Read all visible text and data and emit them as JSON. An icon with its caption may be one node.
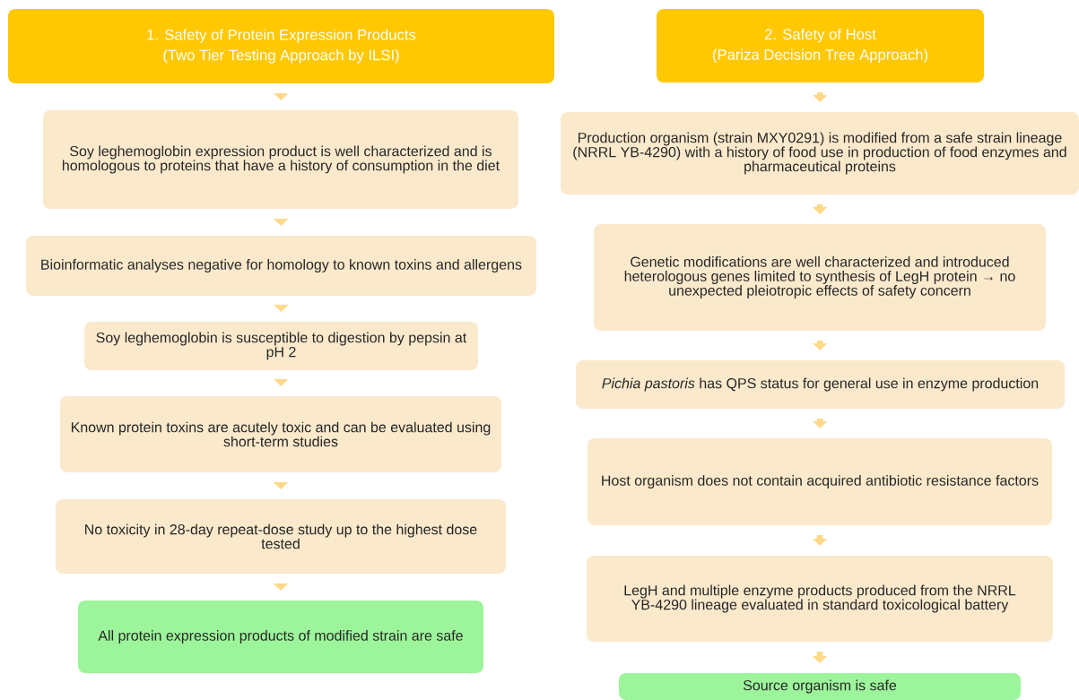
{
  "diagram": {
    "nodes": [
      {
        "text": [
          "1. Safety of Protein Expression Products",
          "(Two Tier Testing Approach by ILSI)"
        ]
      },
      {
        "text": [
          "Soy leghemoglobin expression product is well characterized and is homologous to proteins that have a history of consumption in the diet"
        ]
      },
      {
        "text": [
          "Bioinformatic analyses negative for homology to known toxins and allergens"
        ]
      },
      {
        "text": [
          "Soy leghemoglobin is susceptible to digestion by pepsin at pH 2"
        ]
      },
      {
        "text": [
          "Known protein toxins are acutely toxic and can be evaluated using short-term studies"
        ]
      },
      {
        "text": [
          "No toxicity in 28-day repeat-dose study up to the highest dose tested"
        ]
      },
      {
        "text": [
          "All protein expression products of modified strain are safe"
        ]
      },
      {
        "text": [
          "2. Safety of Host",
          "(Pariza Decision Tree Approach)"
        ]
      },
      {
        "text": [
          "Production organism (strain MXY0291) is modified from a safe strain lineage (NRRL YB-4290) with a history of food use in production of food enzymes and pharmaceutical proteins"
        ]
      },
      {
        "text": [
          "Genetic modifications are well characterized and introduced heterologous genes limited to synthesis of LegH protein → no unexpected pleiotropic effects of safety concern"
        ]
      },
      {
        "text": [
          "*Pichia pastoris* has QPS status for general use in enzyme production"
        ]
      },
      {
        "text": [
          "Host organism does not contain acquired antibiotic resistance factors"
        ]
      },
      {
        "text": [
          "LegH and multiple enzyme products produced from the NRRL YB-4290 lineage evaluated in standard toxicological battery"
        ]
      },
      {
        "text": [
          "Source organism is safe"
        ]
      }
    ],
    "edges": [
      {
        "from": 0,
        "to": 1,
        "arrow": "to"
      },
      {
        "from": 1,
        "to": 2,
        "arrow": "to"
      },
      {
        "from": 2,
        "to": 3,
        "arrow": "to"
      },
      {
        "from": 3,
        "to": 4,
        "arrow": "to"
      },
      {
        "from": 4,
        "to": 5,
        "arrow": "to"
      },
      {
        "from": 5,
        "to": 6,
        "arrow": "to"
      },
      {
        "from": 7,
        "to": 8,
        "arrow": "to"
      },
      {
        "from": 8,
        "to": 9,
        "arrow": "to"
      },
      {
        "from": 9,
        "to": 10,
        "arrow": "to"
      },
      {
        "from": 10,
        "to": 11,
        "arrow": "to"
      },
      {
        "from": 11,
        "to": 12,
        "arrow": "to"
      },
      {
        "from": 12,
        "to": 13,
        "arrow": "to"
      }
    ]
  }
}
